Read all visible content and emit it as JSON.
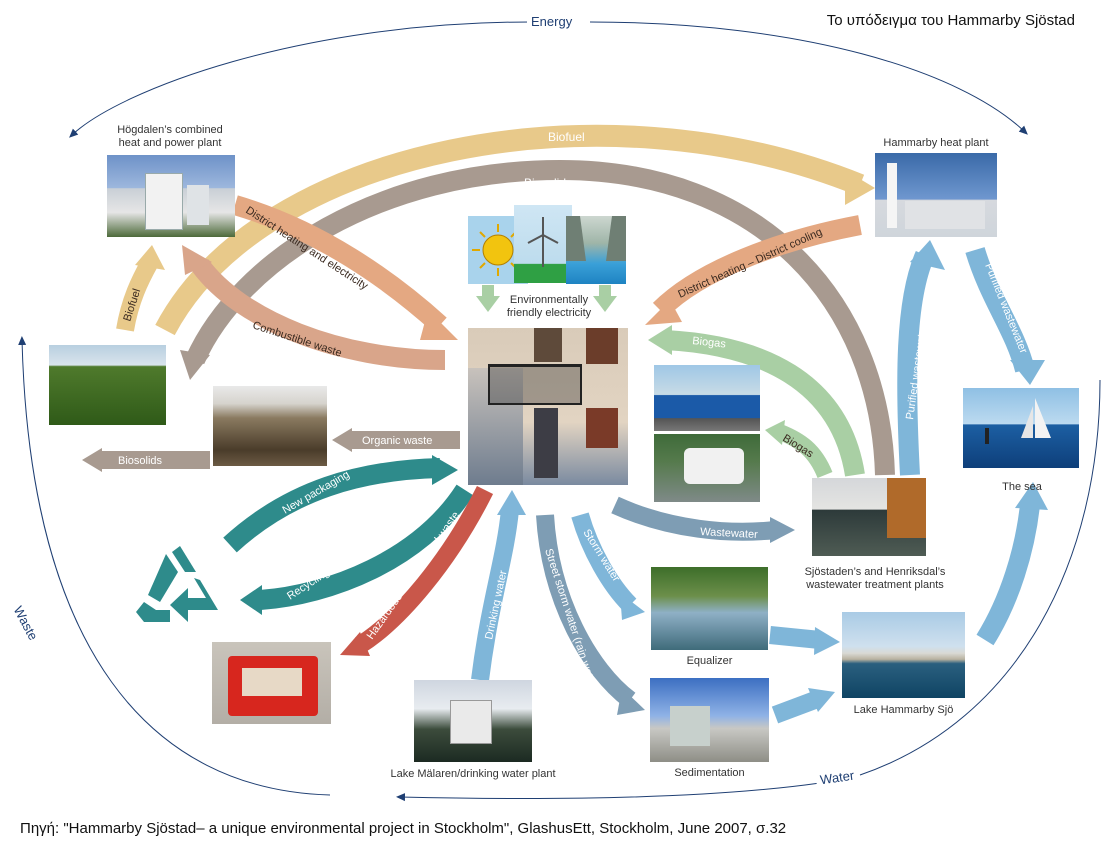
{
  "title": "Το υπόδειγμα του Hammarby Sjöstad",
  "source": "Πηγή: \"Hammarby Sjöstad– a unique environmental project in Stockholm\", GlashusEtt, Stockholm, June 2007, σ.32",
  "cycles": {
    "energy": "Energy",
    "waste": "Waste",
    "water": "Water"
  },
  "nodes": {
    "hogdalen": "Högdalen’s combined heat and power plant",
    "hammarby_heat": "Hammarby heat plant",
    "green_electricity": "Environmentally friendly electricity",
    "the_sea": "The sea",
    "treatment_plants": "Sjöstaden’s and Henriksdal’s wastewater treatment plants",
    "equalizer": "Equalizer",
    "sedimentation": "Sedimentation",
    "lake_hammarby": "Lake Hammarby Sjö",
    "lake_malaren": "Lake Mälaren/drinking water plant"
  },
  "flows": {
    "biofuel_top": "Biofuel",
    "biosolids_top": "Biosolids",
    "district_heating_electricity": "District heating and electricity",
    "district_heating_cooling": "District heating – District cooling",
    "combustible_waste": "Combustible waste",
    "biofuel_side": "Biofuel",
    "biogas_1": "Biogas",
    "biogas_2": "Biogas",
    "purified_wastewater_1": "Purified wastewater",
    "purified_wastewater_2": "Purified wastewater",
    "organic_waste": "Organic waste",
    "biosolids_bottom": "Biosolids",
    "new_packaging": "New packaging",
    "recycling": "Recycling – paper boxes, glass, tins",
    "hazardous": "Hazardous and electrical waste",
    "drinking_water": "Drinking water",
    "street_storm_water": "Street storm water (rain water)",
    "storm_water": "Storm water",
    "wastewater": "Wastewater"
  },
  "colors": {
    "biofuel": "#e8c98a",
    "biosolids": "#a89a90",
    "district_heating": "#e4a882",
    "biogas": "#a9cfa4",
    "water": "#7fb6d9",
    "wastewater": "#7e9db4",
    "packaging": "#2e8b8b",
    "hazardous": "#c9574a",
    "cycle": "#1f3f73"
  }
}
